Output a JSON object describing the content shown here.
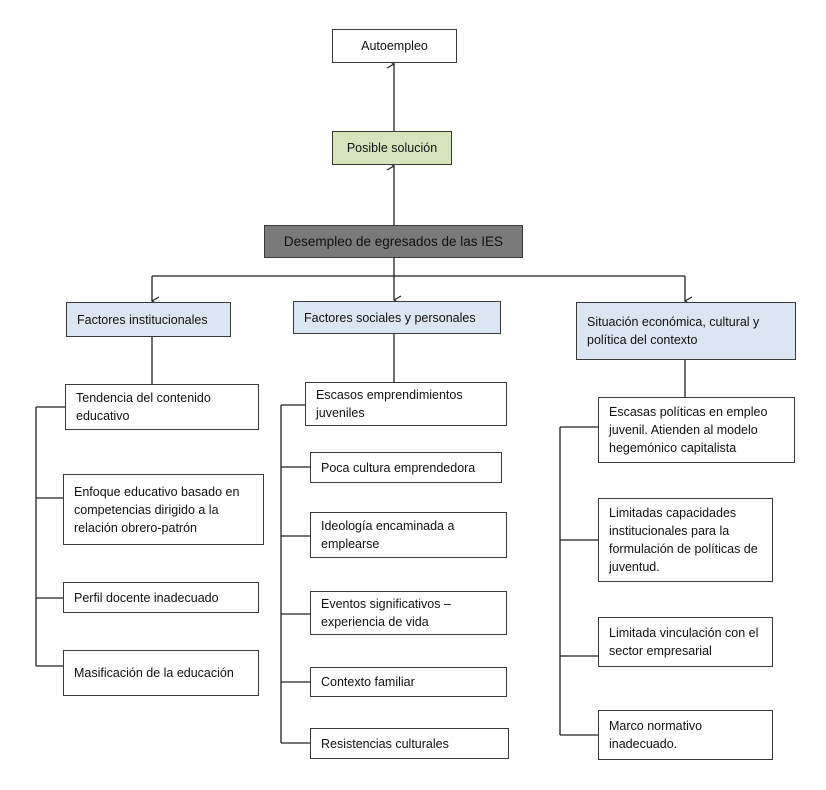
{
  "title_boxes": {
    "top": "Autoempleo",
    "solution": "Posible solución",
    "problem": "Desempleo de egresados de las IES"
  },
  "categories": [
    {
      "label": "Factores institucionales",
      "items": [
        "Tendencia del contenido educativo",
        "Enfoque educativo basado en competencias dirigido a la relación obrero-patrón",
        "Perfil docente inadecuado",
        "Masificación de la educación"
      ]
    },
    {
      "label": "Factores sociales y personales",
      "items": [
        "Escasos emprendimientos juveniles",
        "Poca cultura emprendedora",
        "Ideología encaminada a emplearse",
        "Eventos significativos – experiencia de vida",
        "Contexto familiar",
        "Resistencias culturales"
      ]
    },
    {
      "label": "Situación económica, cultural y política del contexto",
      "items": [
        "Escasas políticas en empleo juvenil. Atienden al modelo hegemónico capitalista",
        "Limitadas capacidades institucionales para la formulación de políticas de juventud.",
        "Limitada vinculación con el sector empresarial",
        "Marco normativo inadecuado."
      ]
    }
  ]
}
